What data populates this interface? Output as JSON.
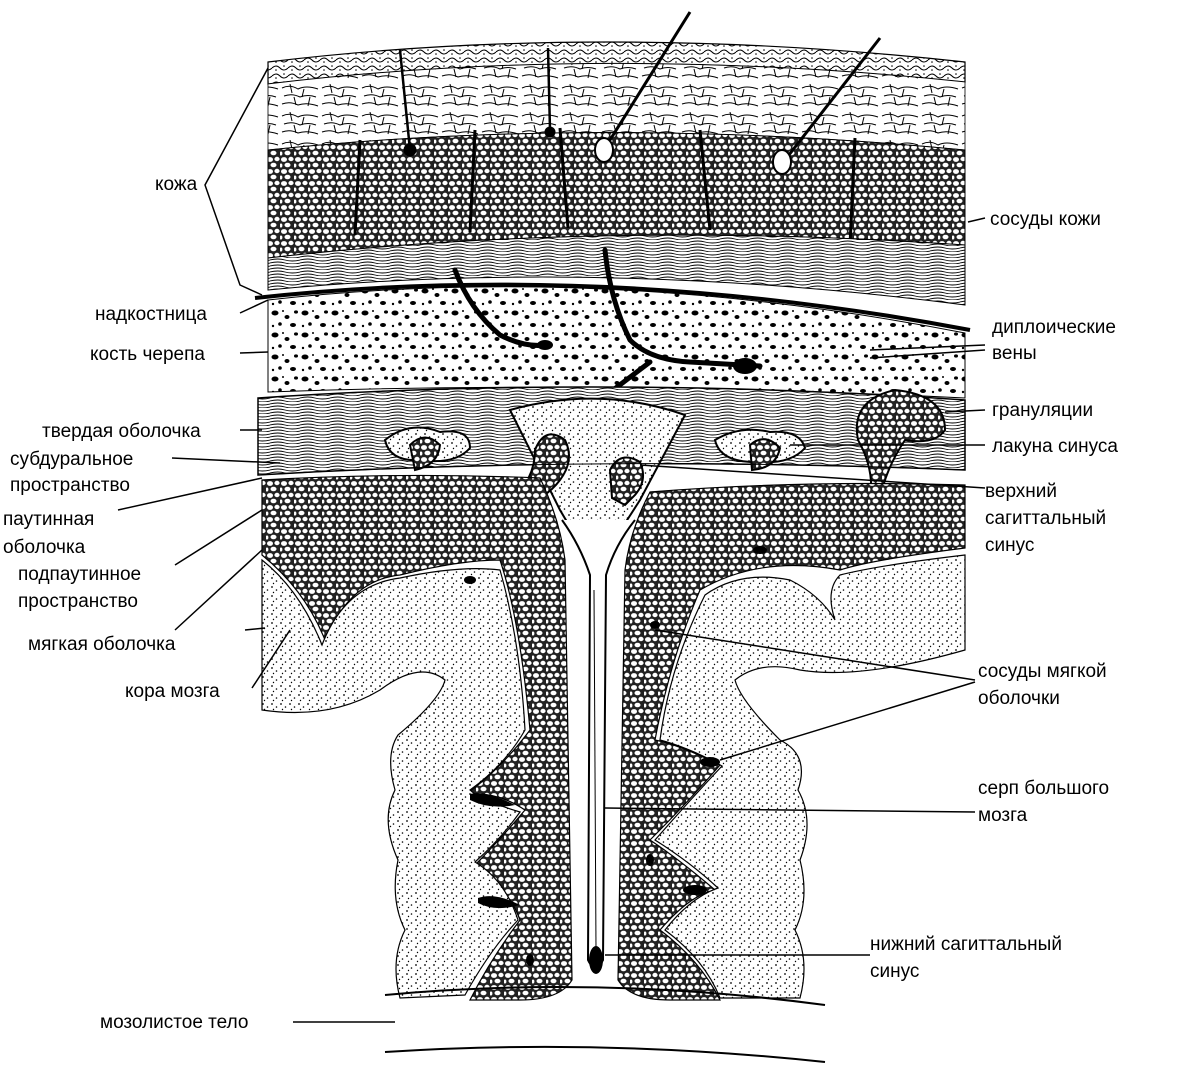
{
  "labels": {
    "skin": "кожа",
    "skin_vessels": "сосуды кожи",
    "periosteum": "надкостница",
    "diploic_veins_1": "диплоические",
    "diploic_veins_2": "вены",
    "skull_bone": "кость черепа",
    "granulations": "грануляции",
    "dura": "твердая оболочка",
    "sinus_lacuna": "лакуна синуса",
    "subdural_1": "субдуральное",
    "subdural_2": "пространство",
    "superior_sinus_1": "верхний",
    "superior_sinus_2": "сагиттальный",
    "superior_sinus_3": "синус",
    "arachnoid_1": "паутинная",
    "arachnoid_2": "оболочка",
    "subarachnoid_1": "подпаутинное",
    "subarachnoid_2": "пространство",
    "pia": "мягкая оболочка",
    "cortex": "кора мозга",
    "pia_vessels_1": "сосуды мягкой",
    "pia_vessels_2": "оболочки",
    "falx_1": "серп большого",
    "falx_2": "мозга",
    "inferior_sinus_1": "нижний сагиттальный",
    "inferior_sinus_2": "синус",
    "corpus_callosum": "мозолистое тело"
  },
  "colors": {
    "ink": "#000000",
    "paper": "#ffffff"
  }
}
